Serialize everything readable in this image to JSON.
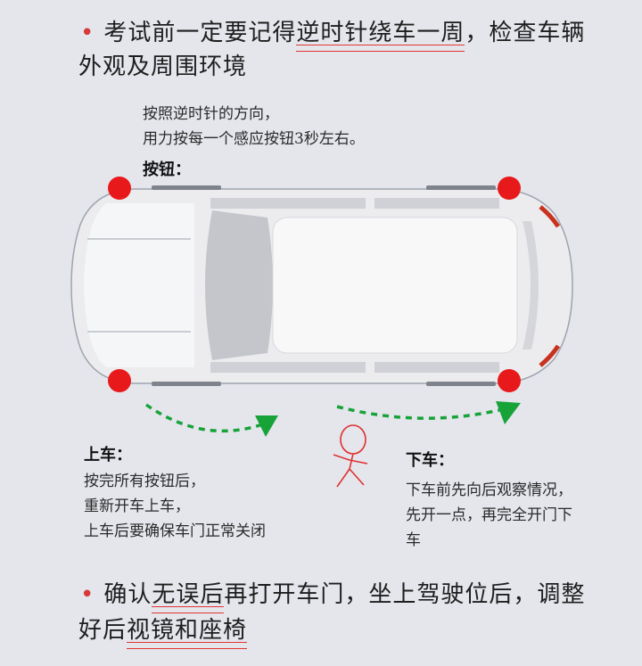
{
  "intro": {
    "part1": "考试前一定要记得",
    "underline": "逆时针绕车一周",
    "part2": "，检查车辆",
    "line2": "外观及周围环境"
  },
  "instructions": {
    "line1": "按照逆时针的方向，",
    "line2": "用力按每一个感应按钮3秒左右。"
  },
  "buttons_label": "按钮：",
  "board": {
    "label": "上车：",
    "lines": [
      "按完所有按钮后，",
      "重新开车上车，",
      "上车后要确保车门正常关闭"
    ]
  },
  "alight": {
    "label": "下车：",
    "lines": [
      "下车前先向后观察情况，",
      "先开一点，再完全开门下",
      "车"
    ]
  },
  "final": {
    "part1": "确认",
    "underline1": "无误后",
    "part2": "再打开车门，坐上驾驶位后，调整",
    "line2_part1": "好后",
    "underline2": "视镜和座椅"
  },
  "colors": {
    "button_red": "#e8191a",
    "arrow_green": "#18a339",
    "underline_red": "#e23434",
    "background": "#e4e6ec"
  }
}
